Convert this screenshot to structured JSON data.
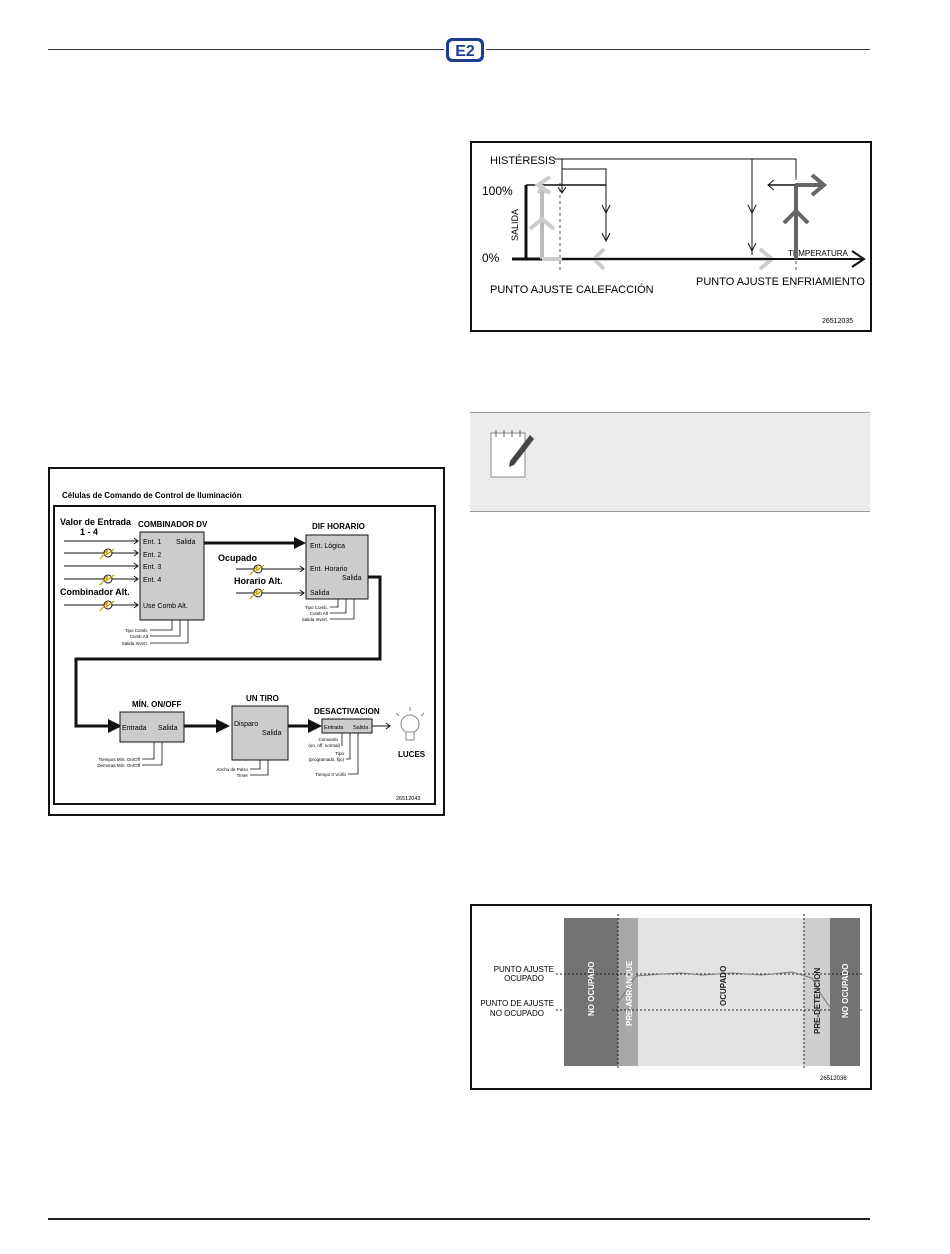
{
  "header": {
    "logo_text": "E2"
  },
  "hysteresis": {
    "label_hysteresis": "HISTÉRESIS",
    "y_top": "100%",
    "y_bottom": "0%",
    "y_axis": "SALIDA",
    "x_axis": "TEMPERATURA",
    "heat_setpoint": "PUNTO AJUSTE CALEFACCIÓN",
    "cool_setpoint": "PUNTO AJUSTE ENFRIAMIENTO",
    "figure_id": "26512035"
  },
  "lighting": {
    "title": "Células de Comando de Control de Iluminación",
    "input_value_l1": "Valor de Entrada",
    "input_value_l2": "1 - 4",
    "combiner_alt": "Combinador Alt.",
    "combiner_title": "COMBINADOR DV",
    "combiner_in1": "Ent. 1",
    "combiner_in2": "Ent. 2",
    "combiner_in3": "Ent. 3",
    "combiner_in4": "Ent. 4",
    "combiner_out": "Salida",
    "combiner_use_alt": "Use Comb Alt.",
    "combiner_p1": "Tipo Comb.",
    "combiner_p2": "Comb Alt",
    "combiner_p3": "Salida Invert.",
    "occupied": "Ocupado",
    "schedule_alt": "Horario Alt.",
    "dif_title": "DIF HORARIO",
    "dif_logic": "Ent. Lógica",
    "dif_schedule": "Ent. Horario",
    "dif_out_r": "Salida",
    "dif_out": "Salida",
    "dif_p1": "Tipo Comb.",
    "dif_p2": "Comb Alt",
    "dif_p3": "Salida Invert.",
    "min_title": "MÍN. ON/OFF",
    "min_in": "Entrada",
    "min_out": "Salida",
    "min_p1": "Tiempos Mín. On/Off",
    "min_p2": "Demoras Mín. On/Off",
    "one_title": "UN TIRO",
    "one_in": "Disparo",
    "one_out": "Salida",
    "one_p1": "Ancho de Pulso",
    "one_p2": "Timer",
    "deact_title": "DESACTIVACION",
    "deact_in": "Entrada",
    "deact_out": "Salida",
    "deact_p1": "Comando",
    "deact_p1b": "(on, off, normal)",
    "deact_p2": "Tipo",
    "deact_p2b": "(programado, fijo)",
    "deact_p3": "Tiempo 0 Vcillo",
    "lights": "LUCES",
    "figure_id": "26512043"
  },
  "occupancy": {
    "setpoint_occ_l1": "PUNTO AJUSTE",
    "setpoint_occ_l2": "OCUPADO",
    "setpoint_unocc_l1": "PUNTO DE AJUSTE",
    "setpoint_unocc_l2": "NO OCUPADO",
    "band_unocc1": "NO OCUPADO",
    "band_prestart": "PRE-ARRANQUE",
    "band_occ": "OCUPADO",
    "band_prestop": "PRE-DETENCION",
    "band_unocc2": "NO OCUPADO",
    "figure_id": "26512036"
  }
}
